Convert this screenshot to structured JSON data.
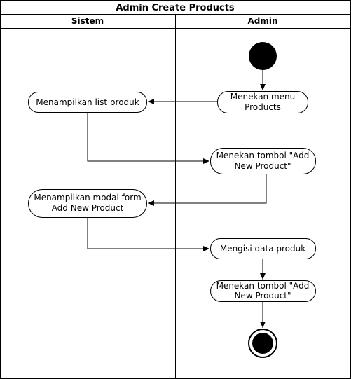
{
  "diagram": {
    "title": "Admin Create Products",
    "lanes": [
      "Sistem",
      "Admin"
    ],
    "nodes": {
      "menekan_menu": [
        "Menekan menu",
        "Products"
      ],
      "tampil_list": [
        "Menampilkan list produk"
      ],
      "tombol_add_1": [
        "Menekan tombol \"Add",
        "New Product\""
      ],
      "tampil_modal": [
        "Menampilkan modal form",
        "Add New Product"
      ],
      "isi_data": [
        "Mengisi data produk"
      ],
      "tombol_add_2": [
        "Menekan tombol \"Add",
        "New Product\""
      ]
    }
  }
}
